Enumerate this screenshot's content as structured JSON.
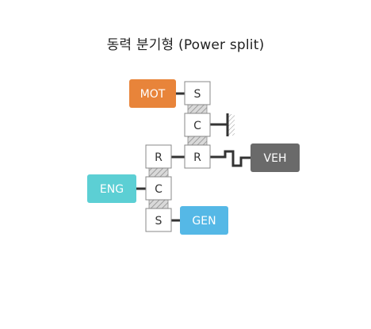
{
  "title": "동력 분기형 (Power split)",
  "colors": {
    "mot": "#e8843a",
    "veh": "#6a6a6a",
    "eng": "#5ccfd4",
    "gen": "#55b8e6"
  },
  "units": {
    "mot": "MOT",
    "veh": "VEH",
    "eng": "ENG",
    "gen": "GEN"
  },
  "gearset_1": {
    "sun": "S",
    "carrier": "C",
    "ring": "R"
  },
  "gearset_2": {
    "ring": "R",
    "carrier": "C",
    "sun": "S"
  }
}
